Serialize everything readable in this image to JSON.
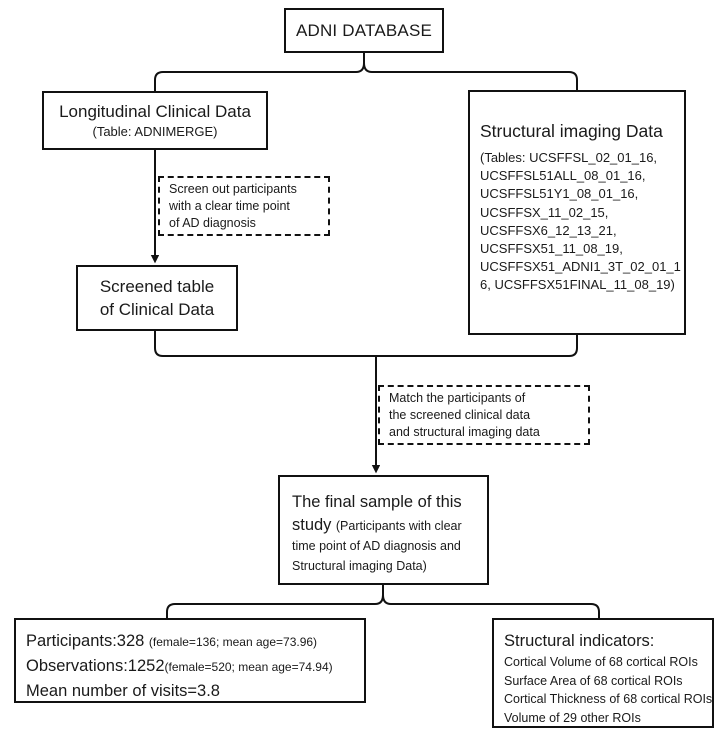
{
  "diagram": {
    "title_node": "ADNI DATABASE",
    "nodes": {
      "adni_database": {
        "label": "ADNI DATABASE"
      },
      "longitudinal_clinical": {
        "title": "Longitudinal Clinical Data",
        "subtitle": "(Table: ADNIMERGE)"
      },
      "structural_imaging": {
        "title": "Structural imaging Data",
        "tables_lines": [
          "(Tables: UCSFFSL_02_01_16,",
          "UCSFFSL51ALL_08_01_16,",
          "UCSFFSL51Y1_08_01_16,",
          "UCSFFSX_11_02_15,",
          "UCSFFSX6_12_13_21,",
          "UCSFFSX51_11_08_19,",
          "UCSFFSX51_ADNI1_3T_02_01_1",
          "6, UCSFFSX51FINAL_11_08_19)"
        ]
      },
      "screened_table": {
        "line1": "Screened table",
        "line2": "of Clinical Data"
      },
      "final_sample": {
        "headline1": "The final sample of this",
        "headline2": "study",
        "detail_lines": [
          "(Participants with clear",
          "time point of AD diagnosis and",
          "Structural imaging Data)"
        ]
      },
      "sample_stats": {
        "participants_label": "Participants:328",
        "participants_detail": "(female=136; mean age=73.96)",
        "observations_label": "Observations:1252",
        "observations_detail": "(female=520; mean age=74.94)",
        "visits_label": "Mean number of visits=3.8"
      },
      "structural_indicators": {
        "title": "Structural indicators:",
        "items": [
          "Cortical Volume of 68 cortical ROIs",
          "Surface Area of 68 cortical ROIs",
          "Cortical Thickness of 68 cortical ROIs",
          "Volume of 29 other ROIs"
        ]
      }
    },
    "notes": {
      "screen_out": [
        "Screen out participants",
        "with a clear time point",
        "of AD diagnosis"
      ],
      "match": [
        "Match the participants of",
        "the screened clinical data",
        "and structural imaging data"
      ]
    },
    "colors": {
      "stroke": "#111111",
      "text": "#1a1a1a",
      "background": "#ffffff"
    }
  }
}
